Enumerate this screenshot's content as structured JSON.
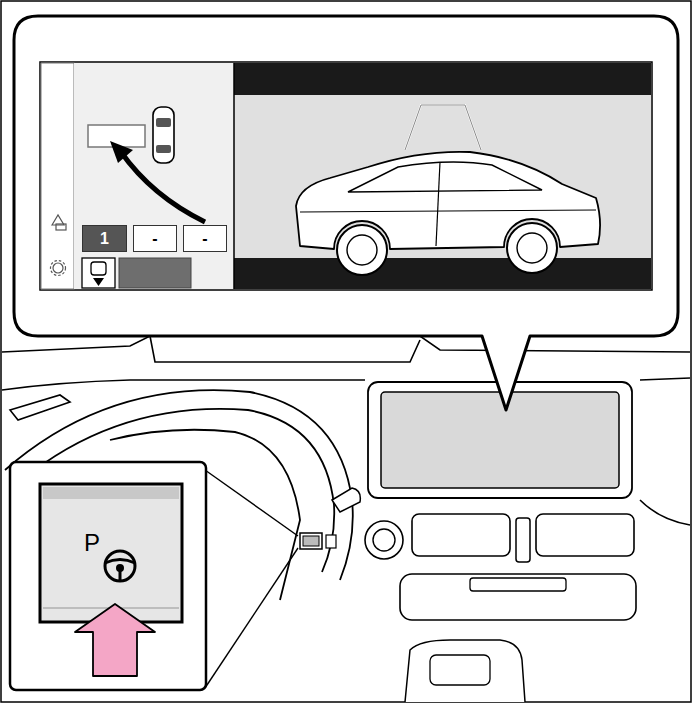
{
  "diagram": {
    "nodes": [
      {
        "text": [
          "1"
        ]
      },
      {
        "text": [
          "-"
        ]
      },
      {
        "text": [
          "-"
        ]
      },
      {
        "text": [
          "P"
        ]
      }
    ]
  }
}
